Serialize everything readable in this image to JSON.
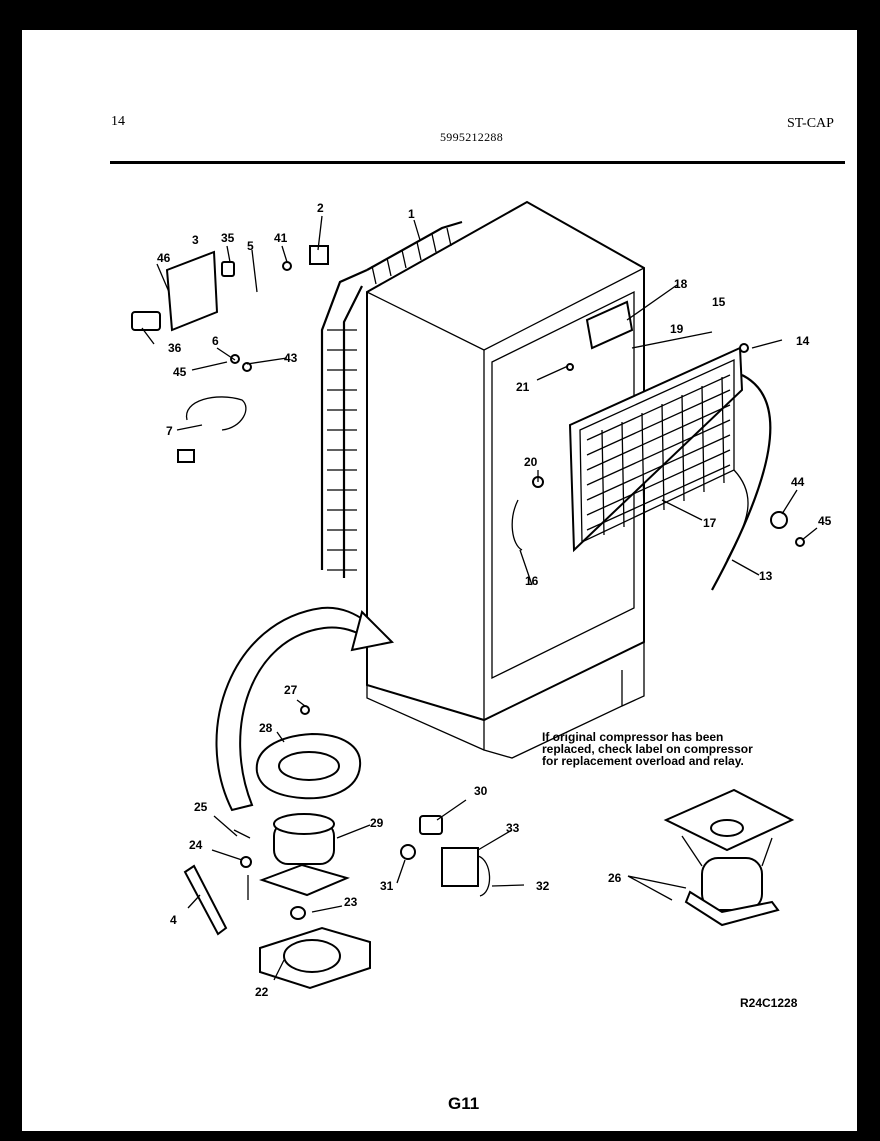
{
  "header": {
    "page_number": "14",
    "part_number": "5995212288",
    "section_code": "ST-CAP"
  },
  "note": "If original compressor has been replaced, check label on compressor for replacement overload and relay.",
  "reference_code": "R24C1228",
  "page_code": "G11",
  "part_labels": [
    "1",
    "2",
    "3",
    "35",
    "5",
    "41",
    "46",
    "36",
    "6",
    "45",
    "43",
    "7",
    "18",
    "15",
    "19",
    "14",
    "21",
    "20",
    "16",
    "17",
    "44",
    "45",
    "13",
    "27",
    "28",
    "25",
    "24",
    "4",
    "29",
    "30",
    "33",
    "31",
    "32",
    "23",
    "22",
    "26"
  ]
}
